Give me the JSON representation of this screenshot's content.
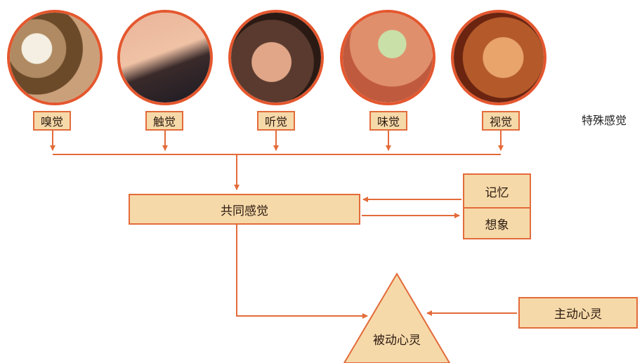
{
  "senses": [
    {
      "label": "嗅觉",
      "icon": "smell-photo"
    },
    {
      "label": "触觉",
      "icon": "touch-photo"
    },
    {
      "label": "听觉",
      "icon": "hearing-photo"
    },
    {
      "label": "味觉",
      "icon": "taste-photo"
    },
    {
      "label": "视觉",
      "icon": "sight-photo"
    }
  ],
  "special_senses_label": "特殊感觉",
  "common_sense_label": "共同感觉",
  "memory_label": "记忆",
  "imagination_label": "想象",
  "passive_mind_label": "被动心灵",
  "active_mind_label": "主动心灵",
  "colors": {
    "accent": "#e36b3a",
    "box_fill": "#f6d9a9",
    "photo_border": "#e4572e"
  }
}
